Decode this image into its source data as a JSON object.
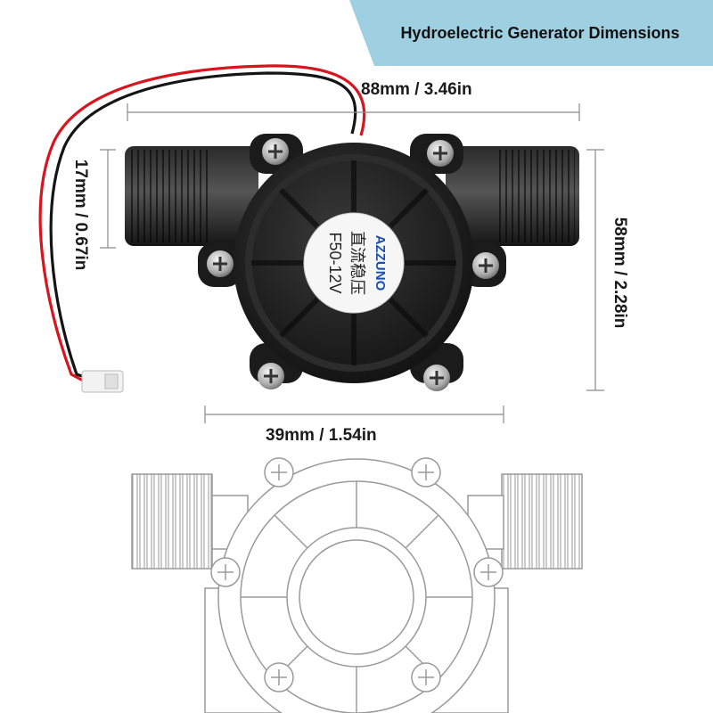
{
  "title": "Hydroelectric Generator Dimensions",
  "dimensions": {
    "overall_length": "88mm / 3.46in",
    "thread_height": "17mm / 0.67in",
    "body_height": "58mm / 2.28in",
    "body_diameter": "39mm / 1.54in"
  },
  "product_label": {
    "brand": "AZZUNO",
    "chinese_text": "直流稳压",
    "model": "F50-12V"
  },
  "colors": {
    "banner": "#9fd0e2",
    "body": "#1b1b1b",
    "wire_red": "#d8141f",
    "wire_black": "#151515",
    "label_brand": "#1a4fb0",
    "line_drawing": "#9a9a9a"
  }
}
